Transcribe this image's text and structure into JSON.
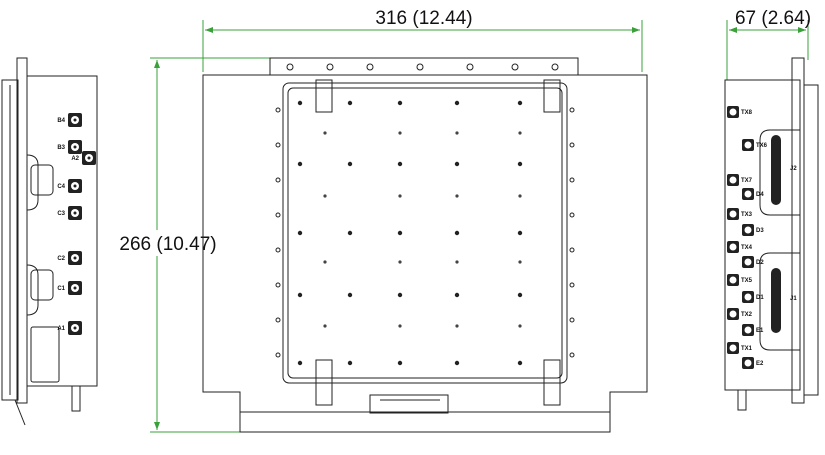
{
  "dimensions": {
    "width": "316 (12.44)",
    "height": "266 (10.47)",
    "depth": "67 (2.64)"
  },
  "left_view": {
    "connector_labels": [
      "B4",
      "B3",
      "A2",
      "C4",
      "C3",
      "C2",
      "C1",
      "A1"
    ]
  },
  "right_view": {
    "connector_labels": [
      "TX8",
      "TX6",
      "TX7",
      "D4",
      "TX3",
      "D3",
      "TX4",
      "D2",
      "TX5",
      "D1",
      "TX2",
      "E1",
      "TX1",
      "E2"
    ],
    "port_labels": [
      "J2",
      "J1"
    ]
  },
  "colors": {
    "dimension_line": "#3aa03a",
    "line": "#222222"
  }
}
